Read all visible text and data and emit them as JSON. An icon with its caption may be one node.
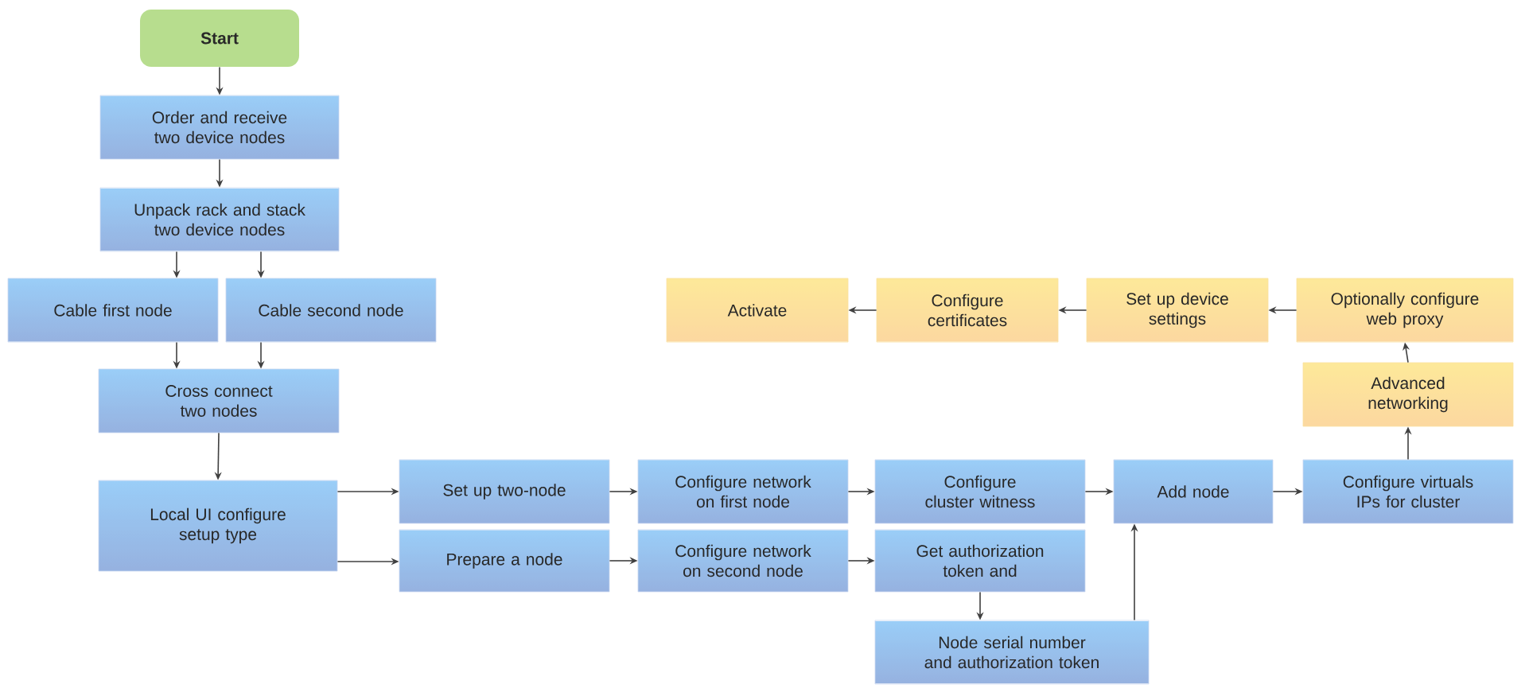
{
  "diagram": {
    "nodes": [
      {
        "text": [
          "Start"
        ]
      },
      {
        "text": [
          "Order and receive two device nodes"
        ]
      },
      {
        "text": [
          "Unpack rack and stack two device nodes"
        ]
      },
      {
        "text": [
          "Cable first node"
        ]
      },
      {
        "text": [
          "Cable second node"
        ]
      },
      {
        "text": [
          "Cross connect two nodes"
        ]
      },
      {
        "text": [
          "Local UI configure setup type"
        ]
      },
      {
        "text": [
          "Set up two-node"
        ]
      },
      {
        "text": [
          "Prepare a node"
        ]
      },
      {
        "text": [
          "Configure network on first node"
        ]
      },
      {
        "text": [
          "Configure network on second node"
        ]
      },
      {
        "text": [
          "Configure cluster witness"
        ]
      },
      {
        "text": [
          "Get authorization token and"
        ]
      },
      {
        "text": [
          "Node serial number and authorization token"
        ]
      },
      {
        "text": [
          "Add node"
        ]
      },
      {
        "text": [
          "Configure virtuals IPs for cluster"
        ]
      },
      {
        "text": [
          "Advanced networking"
        ]
      },
      {
        "text": [
          "Optionally configure web proxy"
        ]
      },
      {
        "text": [
          "Set up device settings"
        ]
      },
      {
        "text": [
          "Configure certificates"
        ]
      },
      {
        "text": [
          "Activate"
        ]
      }
    ],
    "edges": [
      {
        "from": 0,
        "to": 1,
        "arrow": "to"
      },
      {
        "from": 1,
        "to": 2,
        "arrow": "to"
      },
      {
        "from": 2,
        "to": 3,
        "arrow": "to"
      },
      {
        "from": 2,
        "to": 4,
        "arrow": "to"
      },
      {
        "from": 3,
        "to": 5,
        "arrow": "to"
      },
      {
        "from": 4,
        "to": 5,
        "arrow": "to"
      },
      {
        "from": 5,
        "to": 6,
        "arrow": "to"
      },
      {
        "from": 6,
        "to": 7,
        "arrow": "to"
      },
      {
        "from": 6,
        "to": 8,
        "arrow": "to"
      },
      {
        "from": 7,
        "to": 9,
        "arrow": "to"
      },
      {
        "from": 8,
        "to": 10,
        "arrow": "to"
      },
      {
        "from": 9,
        "to": 11,
        "arrow": "to"
      },
      {
        "from": 10,
        "to": 12,
        "arrow": "to"
      },
      {
        "from": 12,
        "to": 13,
        "arrow": "to"
      },
      {
        "from": 11,
        "to": 14,
        "arrow": "to"
      },
      {
        "from": 13,
        "to": 14,
        "arrow": "to"
      },
      {
        "from": 14,
        "to": 15,
        "arrow": "to"
      },
      {
        "from": 15,
        "to": 16,
        "arrow": "to"
      },
      {
        "from": 16,
        "to": 17,
        "arrow": "to"
      },
      {
        "from": 17,
        "to": 18,
        "arrow": "to"
      },
      {
        "from": 18,
        "to": 19,
        "arrow": "to"
      },
      {
        "from": 19,
        "to": 20,
        "arrow": "to"
      }
    ]
  }
}
